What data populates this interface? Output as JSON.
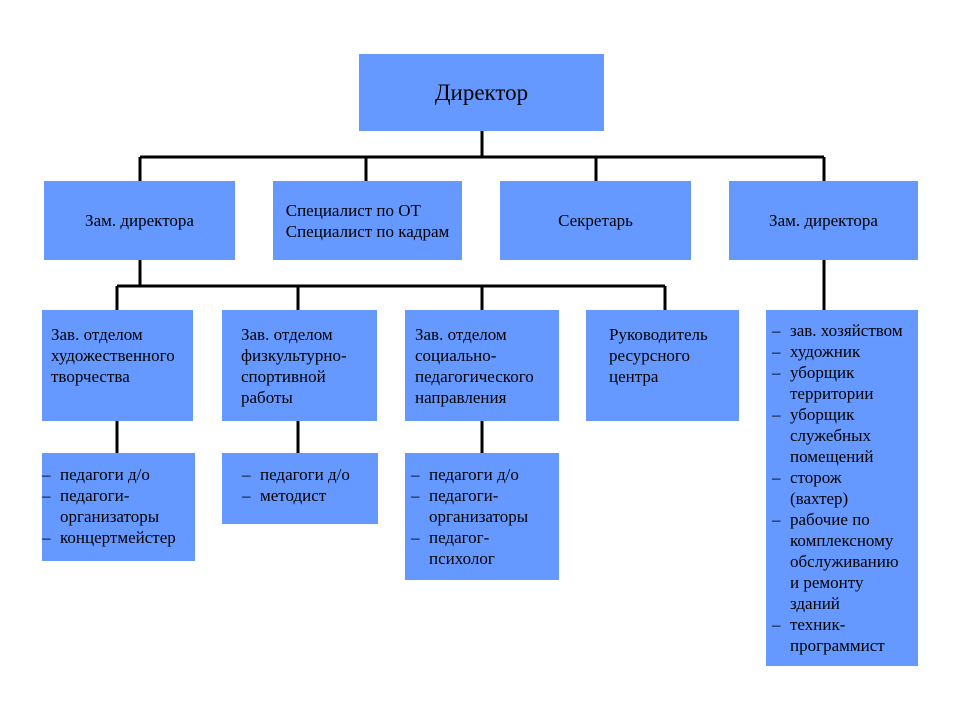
{
  "director": "Директор",
  "level2": {
    "deputy_left": "Зам. директора",
    "specialists": "Специалист по ОТ\nСпециалист по кадрам",
    "secretary": "Секретарь",
    "deputy_right": "Зам. директора"
  },
  "level3": {
    "art_head": "Зав. отделом\nхудожественного\nтворчества",
    "sport_head": "Зав. отделом\nфизкультурно-\nспортивной\nработы",
    "social_head": "Зав. отделом\nсоциально-\nпедагогического\nнаправления",
    "resource_head": "Руководитель\nресурсного\nцентра"
  },
  "staff_art": [
    "педагоги д/о",
    "педагоги-\nорганизаторы",
    "концертмейстер"
  ],
  "staff_sport": [
    "педагоги д/о",
    "методист"
  ],
  "staff_social": [
    "педагоги д/о",
    "педагоги-\nорганизаторы",
    "педагог-\nпсихолог"
  ],
  "staff_household": [
    "зав. хозяйством",
    "художник",
    "уборщик\nтерритории",
    "уборщик\nслужебных\nпомещений",
    "сторож\n(вахтер)",
    "рабочие по\nкомплексному\nобслуживанию\nи ремонту\nзданий",
    "техник-\nпрограммист"
  ]
}
